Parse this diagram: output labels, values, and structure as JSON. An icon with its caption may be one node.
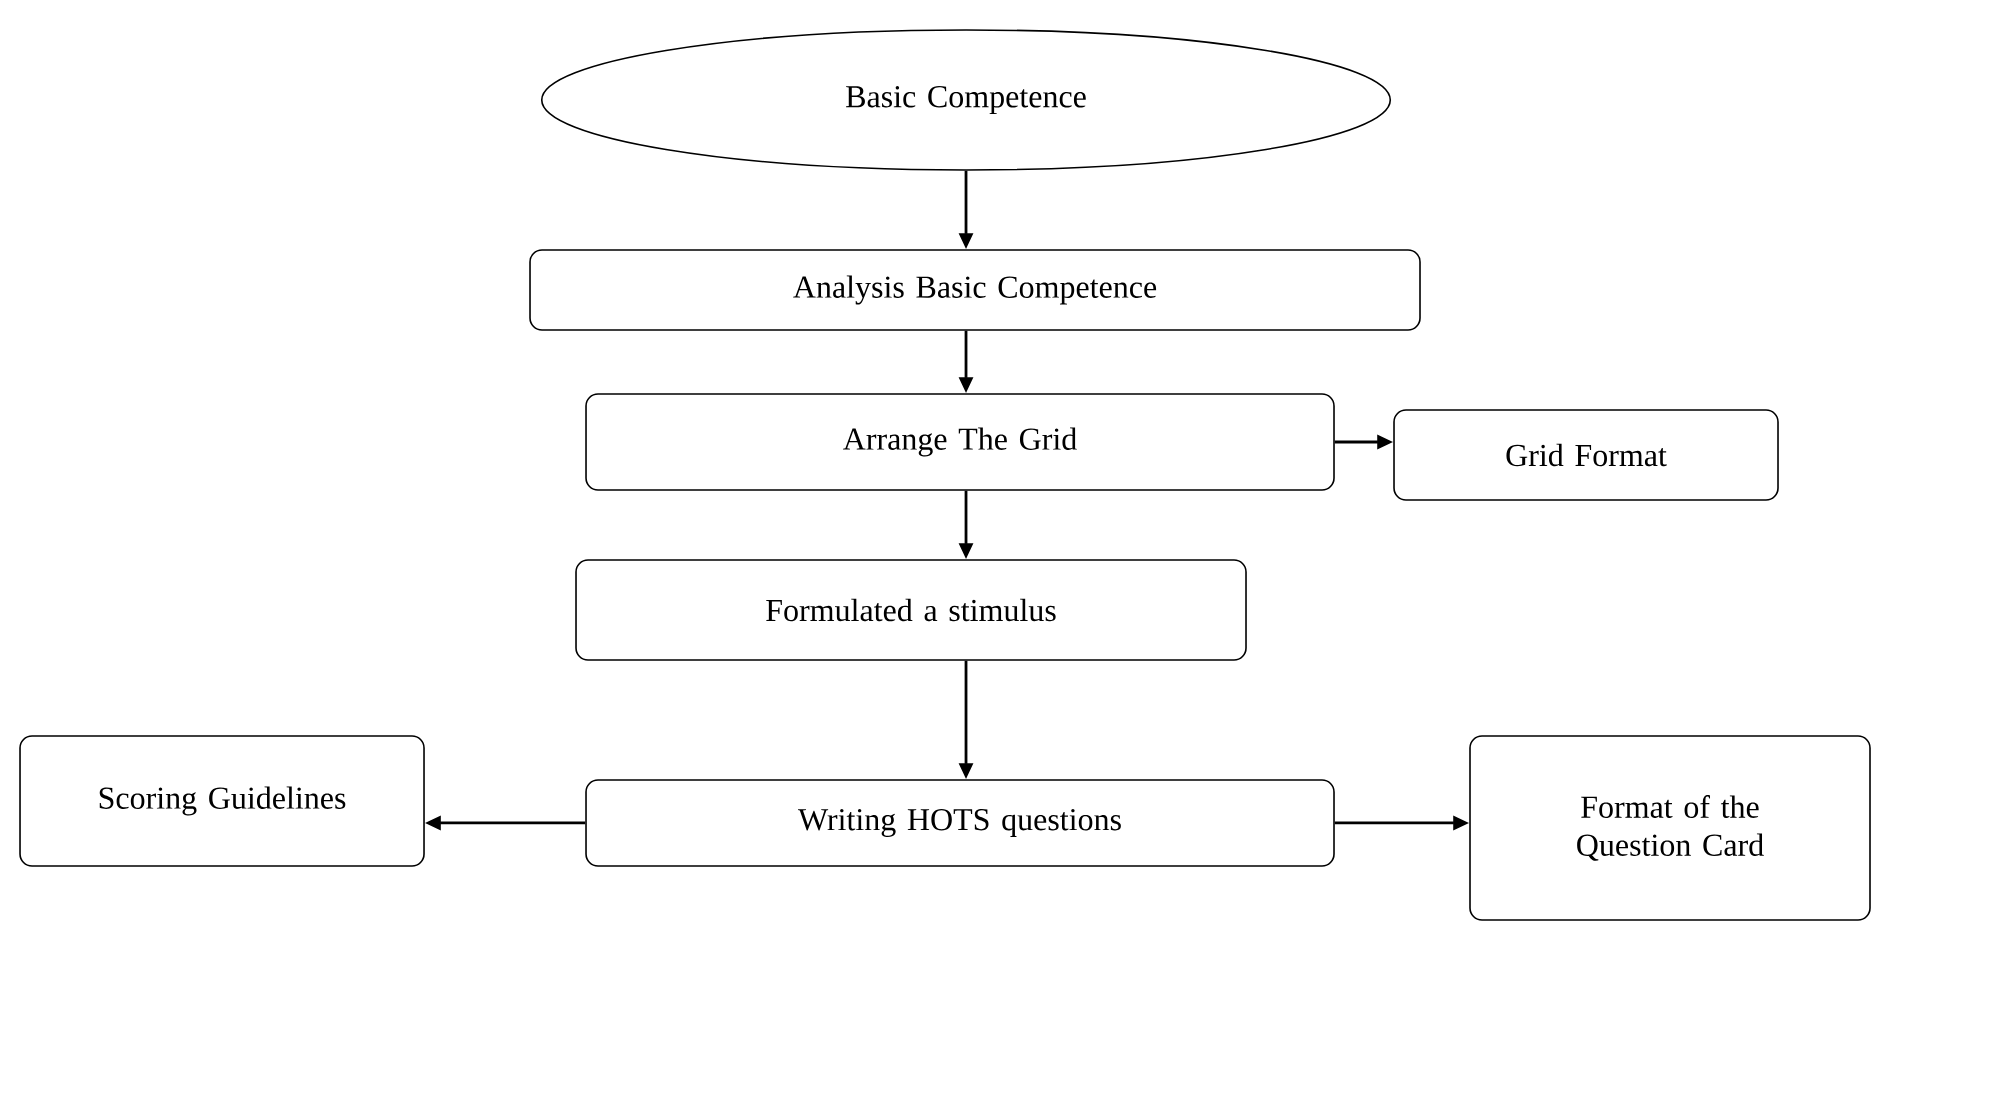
{
  "diagram": {
    "nodes": [
      {
        "text": [
          "Basic Competence"
        ]
      },
      {
        "text": [
          "Analysis Basic Competence"
        ]
      },
      {
        "text": [
          "Arrange The Grid"
        ]
      },
      {
        "text": [
          "Grid Format"
        ]
      },
      {
        "text": [
          "Formulated a stimulus"
        ]
      },
      {
        "text": [
          "Writing HOTS questions"
        ]
      },
      {
        "text": [
          "Scoring Guidelines"
        ]
      },
      {
        "text": [
          "Format of the Question Card"
        ]
      }
    ],
    "edges": [
      {
        "from": 0,
        "to": 1,
        "arrow": "to"
      },
      {
        "from": 1,
        "to": 2,
        "arrow": "to"
      },
      {
        "from": 2,
        "to": 3,
        "arrow": "to"
      },
      {
        "from": 2,
        "to": 4,
        "arrow": "to"
      },
      {
        "from": 4,
        "to": 5,
        "arrow": "to"
      },
      {
        "from": 5,
        "to": 6,
        "arrow": "to"
      },
      {
        "from": 5,
        "to": 7,
        "arrow": "to"
      }
    ]
  }
}
